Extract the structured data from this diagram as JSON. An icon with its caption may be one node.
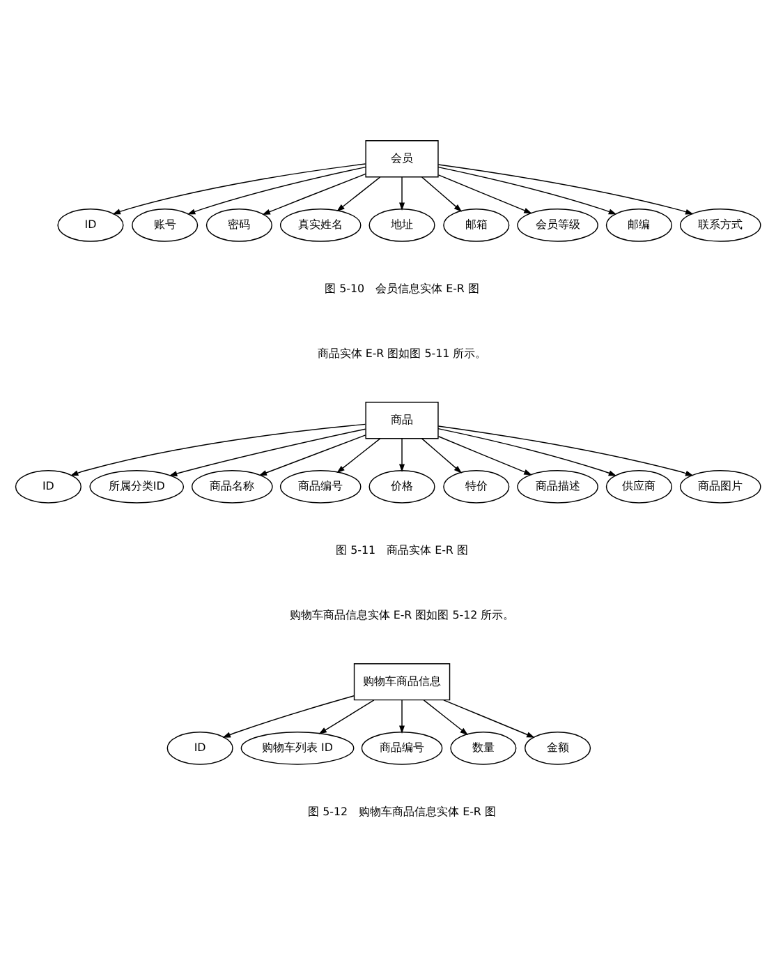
{
  "diagram": {
    "nodes": [
      {
        "text": [
          "会员"
        ]
      },
      {
        "text": [
          "ID"
        ]
      },
      {
        "text": [
          "账号"
        ]
      },
      {
        "text": [
          "密码"
        ]
      },
      {
        "text": [
          "真实姓名"
        ]
      },
      {
        "text": [
          "地址"
        ]
      },
      {
        "text": [
          "邮箱"
        ]
      },
      {
        "text": [
          "会员等级"
        ]
      },
      {
        "text": [
          "邮编"
        ]
      },
      {
        "text": [
          "联系方式"
        ]
      },
      {
        "text": [
          "商品"
        ]
      },
      {
        "text": [
          "ID"
        ]
      },
      {
        "text": [
          "所属分类ID"
        ]
      },
      {
        "text": [
          "商品名称"
        ]
      },
      {
        "text": [
          "商品编号"
        ]
      },
      {
        "text": [
          "价格"
        ]
      },
      {
        "text": [
          "特价"
        ]
      },
      {
        "text": [
          "商品描述"
        ]
      },
      {
        "text": [
          "供应商"
        ]
      },
      {
        "text": [
          "商品图片"
        ]
      },
      {
        "text": [
          "购物车商品信息"
        ]
      },
      {
        "text": [
          "ID"
        ]
      },
      {
        "text": [
          "购物车列表 ID"
        ]
      },
      {
        "text": [
          "商品编号"
        ]
      },
      {
        "text": [
          "数量"
        ]
      },
      {
        "text": [
          "金额"
        ]
      }
    ],
    "edges": [
      {
        "from": 0,
        "to": 1,
        "arrow": "to"
      },
      {
        "from": 0,
        "to": 2,
        "arrow": "to"
      },
      {
        "from": 0,
        "to": 3,
        "arrow": "to"
      },
      {
        "from": 0,
        "to": 4,
        "arrow": "to"
      },
      {
        "from": 0,
        "to": 5,
        "arrow": "to"
      },
      {
        "from": 0,
        "to": 6,
        "arrow": "to"
      },
      {
        "from": 0,
        "to": 7,
        "arrow": "to"
      },
      {
        "from": 0,
        "to": 8,
        "arrow": "to"
      },
      {
        "from": 0,
        "to": 9,
        "arrow": "to"
      },
      {
        "from": 10,
        "to": 11,
        "arrow": "to"
      },
      {
        "from": 10,
        "to": 12,
        "arrow": "to"
      },
      {
        "from": 10,
        "to": 13,
        "arrow": "to"
      },
      {
        "from": 10,
        "to": 14,
        "arrow": "to"
      },
      {
        "from": 10,
        "to": 15,
        "arrow": "to"
      },
      {
        "from": 10,
        "to": 16,
        "arrow": "to"
      },
      {
        "from": 10,
        "to": 17,
        "arrow": "to"
      },
      {
        "from": 10,
        "to": 18,
        "arrow": "to"
      },
      {
        "from": 10,
        "to": 19,
        "arrow": "to"
      },
      {
        "from": 20,
        "to": 21,
        "arrow": "to"
      },
      {
        "from": 20,
        "to": 22,
        "arrow": "to"
      },
      {
        "from": 20,
        "to": 23,
        "arrow": "to"
      },
      {
        "from": 20,
        "to": 24,
        "arrow": "to"
      },
      {
        "from": 20,
        "to": 25,
        "arrow": "to"
      }
    ],
    "labels": [
      "图 5-10　会员信息实体 E-R 图",
      "商品实体 E-R 图如图 5-11 所示。",
      "图 5-11　商品实体 E-R 图",
      "购物车商品信息实体 E-R 图如图 5-12 所示。",
      "图 5-12　购物车商品信息实体 E-R 图"
    ]
  }
}
